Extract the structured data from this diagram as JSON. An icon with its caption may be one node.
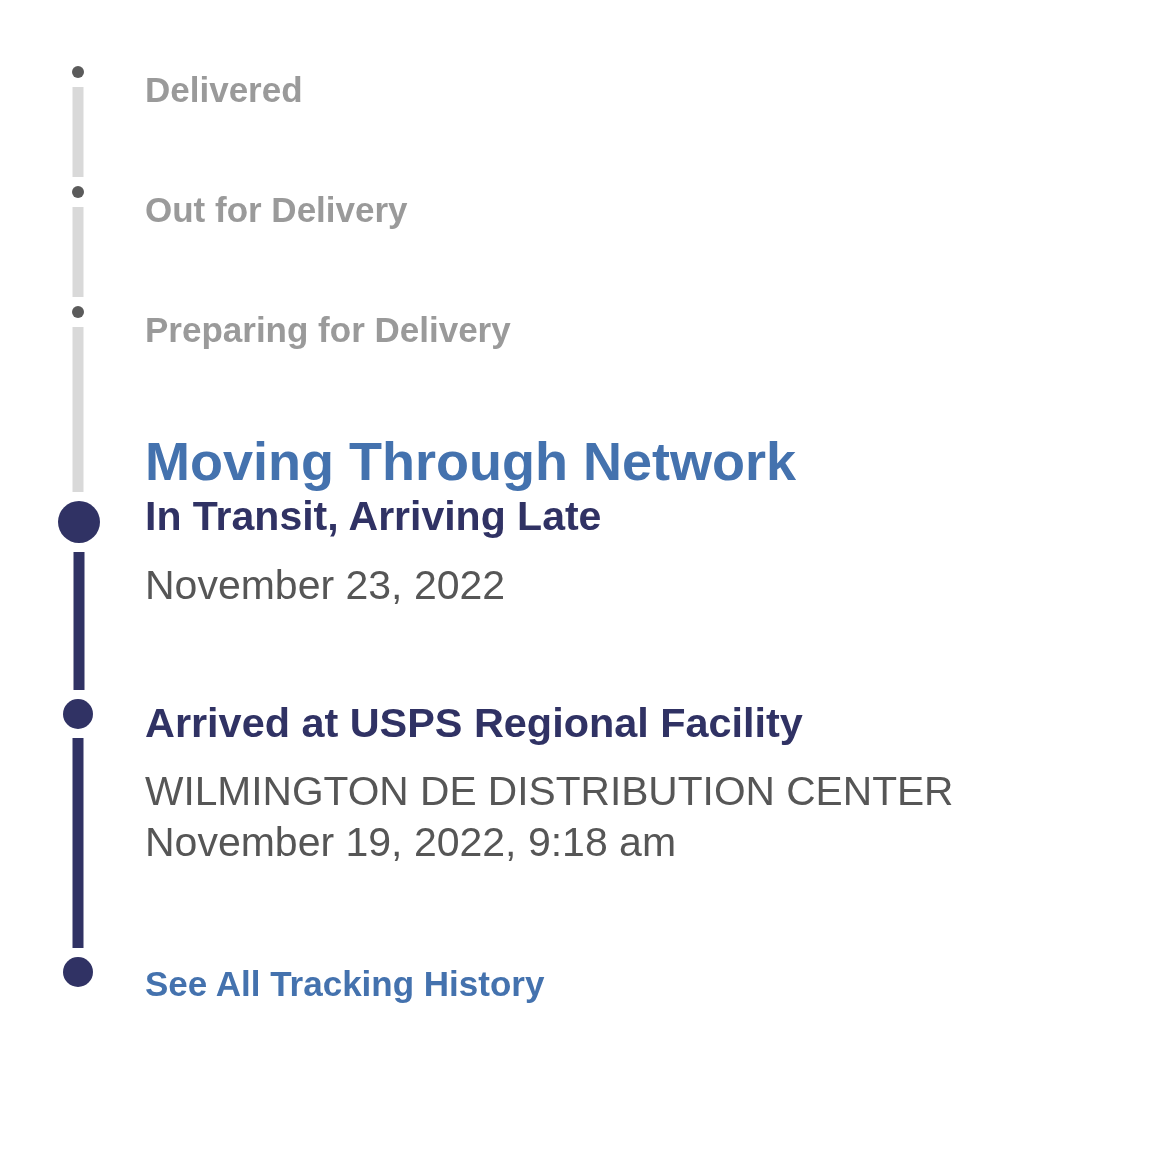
{
  "diagram": {
    "nodes": [
      {
        "text": [],
        "shape": "circle",
        "beside": [
          "Delivered"
        ]
      },
      {
        "text": [],
        "shape": "circle",
        "beside": [
          "Out for Delivery"
        ]
      },
      {
        "text": [],
        "shape": "circle",
        "beside": [
          "Preparing for Delivery"
        ]
      },
      {
        "text": [],
        "shape": "circle",
        "beside": [
          "Moving Through Network",
          "In Transit, Arriving Late",
          "November 23, 2022"
        ]
      },
      {
        "text": [],
        "shape": "circle",
        "beside": [
          "Arrived at USPS Regional Facility",
          "WILMINGTON DE DISTRIBUTION CENTER",
          "November 19, 2022, 9:18 am"
        ]
      },
      {
        "text": [],
        "shape": "circle",
        "beside": [
          "See All Tracking History"
        ]
      }
    ],
    "edges": [
      {
        "from": 0,
        "to": 1,
        "arrow": "none"
      },
      {
        "from": 1,
        "to": 2,
        "arrow": "none"
      },
      {
        "from": 2,
        "to": 3,
        "arrow": "none"
      },
      {
        "from": 3,
        "to": 4,
        "arrow": "none",
        "color": "#303264"
      },
      {
        "from": 4,
        "to": 5,
        "arrow": "none",
        "color": "#303264"
      }
    ]
  }
}
